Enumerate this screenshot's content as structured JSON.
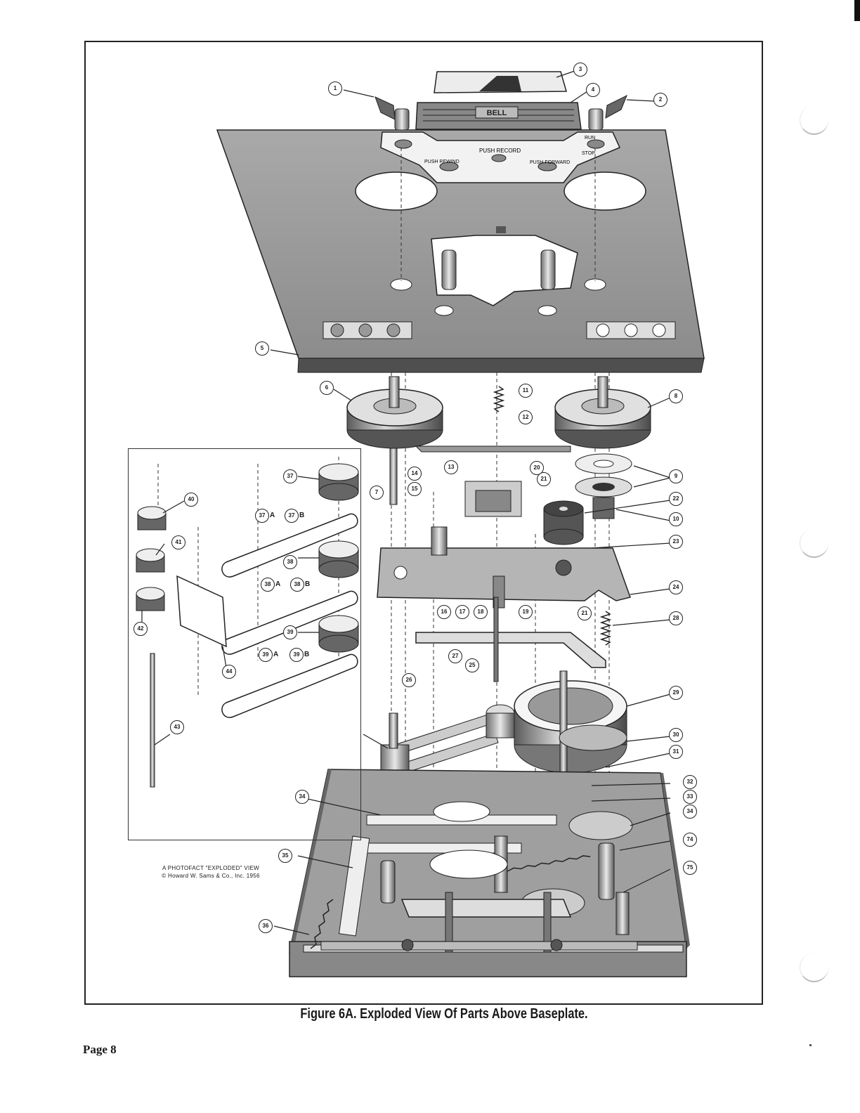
{
  "figure": {
    "caption": "Figure 6A.  Exploded View Of Parts Above Baseplate.",
    "credit_line1": "A PHOTOFACT \"EXPLODED\" VIEW",
    "credit_line2": "© Howard W. Sams & Co., Inc. 1956",
    "panel_labels": {
      "rewind": "PUSH REWIND",
      "record": "PUSH RECORD",
      "forward": "PUSH FORWARD",
      "run": "RUN",
      "stop": "STOP",
      "brand": "BELL"
    }
  },
  "page": {
    "number_label": "Page 8"
  },
  "callouts": [
    {
      "id": "c1",
      "label": "1"
    },
    {
      "id": "c2",
      "label": "2"
    },
    {
      "id": "c3",
      "label": "3"
    },
    {
      "id": "c4",
      "label": "4"
    },
    {
      "id": "c5",
      "label": "5"
    },
    {
      "id": "c6",
      "label": "6"
    },
    {
      "id": "c7",
      "label": "7"
    },
    {
      "id": "c8",
      "label": "8"
    },
    {
      "id": "c9",
      "label": "9"
    },
    {
      "id": "c10",
      "label": "10"
    },
    {
      "id": "c11",
      "label": "11"
    },
    {
      "id": "c12",
      "label": "12"
    },
    {
      "id": "c13",
      "label": "13"
    },
    {
      "id": "c14",
      "label": "14"
    },
    {
      "id": "c15",
      "label": "15"
    },
    {
      "id": "c16",
      "label": "16"
    },
    {
      "id": "c17",
      "label": "17"
    },
    {
      "id": "c18",
      "label": "18"
    },
    {
      "id": "c19",
      "label": "19"
    },
    {
      "id": "c20",
      "label": "20"
    },
    {
      "id": "c21a",
      "label": "21"
    },
    {
      "id": "c21b",
      "label": "21"
    },
    {
      "id": "c22",
      "label": "22"
    },
    {
      "id": "c23",
      "label": "23"
    },
    {
      "id": "c24",
      "label": "24"
    },
    {
      "id": "c25",
      "label": "25"
    },
    {
      "id": "c26",
      "label": "26"
    },
    {
      "id": "c27",
      "label": "27"
    },
    {
      "id": "c28",
      "label": "28"
    },
    {
      "id": "c29",
      "label": "29"
    },
    {
      "id": "c30",
      "label": "30"
    },
    {
      "id": "c31",
      "label": "31"
    },
    {
      "id": "c32",
      "label": "32"
    },
    {
      "id": "c33",
      "label": "33"
    },
    {
      "id": "c34a",
      "label": "34"
    },
    {
      "id": "c34b",
      "label": "34"
    },
    {
      "id": "c35",
      "label": "35"
    },
    {
      "id": "c36",
      "label": "36"
    },
    {
      "id": "c37",
      "label": "37"
    },
    {
      "id": "c38",
      "label": "38"
    },
    {
      "id": "c39",
      "label": "39"
    },
    {
      "id": "c40",
      "label": "40"
    },
    {
      "id": "c41",
      "label": "41"
    },
    {
      "id": "c42",
      "label": "42"
    },
    {
      "id": "c43",
      "label": "43"
    },
    {
      "id": "c44",
      "label": "44"
    },
    {
      "id": "c74",
      "label": "74"
    },
    {
      "id": "c75",
      "label": "75"
    },
    {
      "id": "c37a",
      "label": "37",
      "suffix": "A"
    },
    {
      "id": "c37b",
      "label": "37",
      "suffix": "B"
    },
    {
      "id": "c38a",
      "label": "38",
      "suffix": "A"
    },
    {
      "id": "c38b",
      "label": "38",
      "suffix": "B"
    },
    {
      "id": "c39a",
      "label": "39",
      "suffix": "A"
    },
    {
      "id": "c39b",
      "label": "39",
      "suffix": "B"
    }
  ]
}
